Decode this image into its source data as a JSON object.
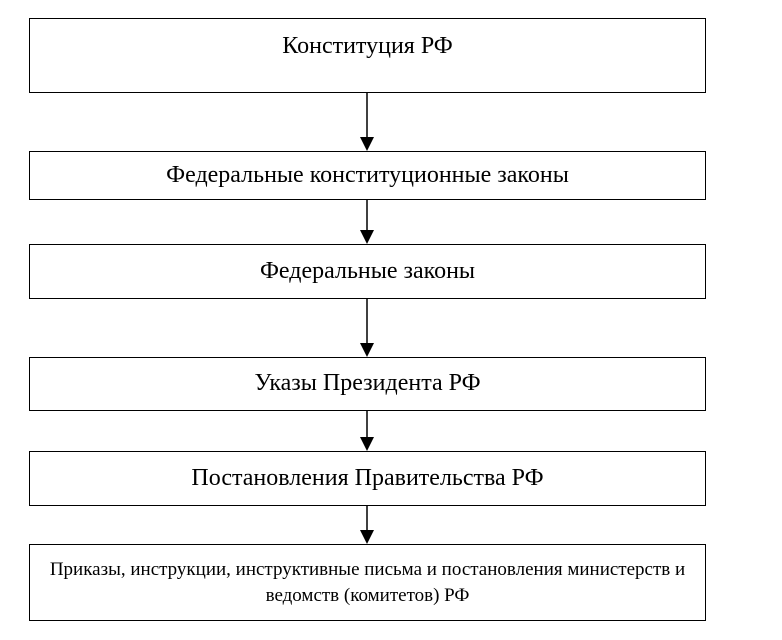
{
  "diagram": {
    "nodes": [
      {
        "label": "Конституция РФ"
      },
      {
        "label": "Федеральные конституционные законы"
      },
      {
        "label": "Федеральные законы"
      },
      {
        "label": "Указы Президента РФ"
      },
      {
        "label": "Постановления Правительства РФ"
      },
      {
        "label": "Приказы, инструкции, инструктивные письма и постановления министерств и ведомств (комитетов) РФ"
      }
    ],
    "line_color": "#000000"
  }
}
